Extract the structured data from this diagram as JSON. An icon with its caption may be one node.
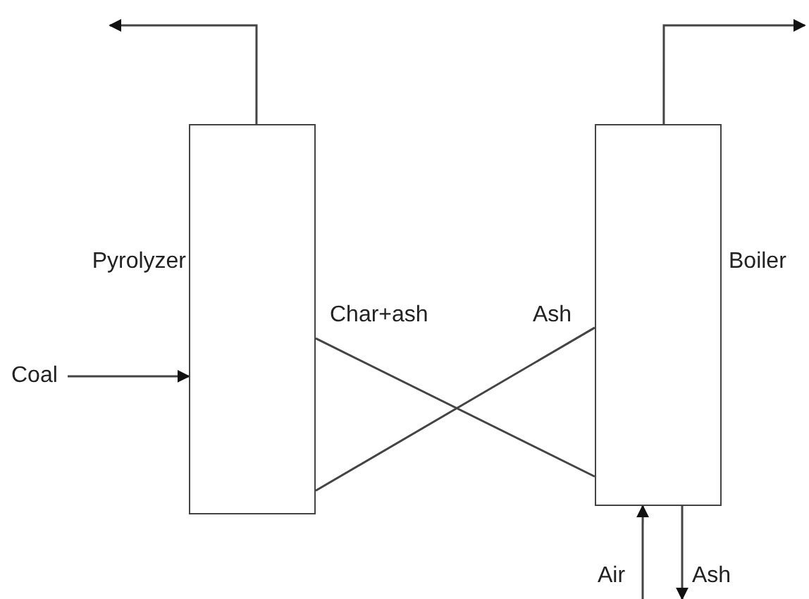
{
  "diagram": {
    "nodes": [
      {
        "text": [
          "Pyrolyzer"
        ]
      },
      {
        "text": [
          "Boiler"
        ]
      },
      {
        "text": [
          "Coal"
        ]
      }
    ],
    "edges": [
      {
        "from": 0,
        "to": null,
        "arrow": "to"
      },
      {
        "from": 1,
        "to": null,
        "arrow": "to"
      },
      {
        "from": 2,
        "to": 0,
        "arrow": "to"
      },
      {
        "from": 0,
        "to": 1,
        "arrow": "none",
        "label": "Char+ash"
      },
      {
        "from": 1,
        "to": 0,
        "arrow": "none",
        "label": "Ash"
      },
      {
        "from": null,
        "to": 1,
        "arrow": "to",
        "label": "Air"
      },
      {
        "from": 1,
        "to": null,
        "arrow": "to",
        "label": "Ash"
      }
    ]
  }
}
